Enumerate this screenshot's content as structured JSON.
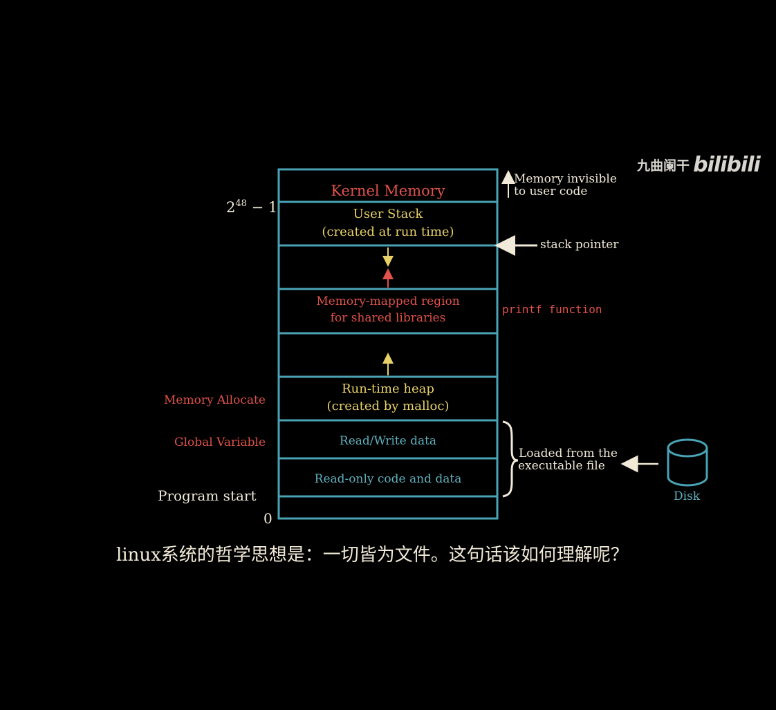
{
  "colors": {
    "box_stroke": "#4aa3b5",
    "yellow": "#e8d268",
    "red": "#e0524a",
    "blue": "#5fb0bd",
    "cream": "#f2ead8",
    "background": "#000000"
  },
  "segments": {
    "kernel": {
      "label": "Kernel Memory"
    },
    "user_stack": {
      "line1": "User Stack",
      "line2": "(created at run time)"
    },
    "mmap": {
      "line1": "Memory-mapped region",
      "line2": "for shared libraries"
    },
    "heap": {
      "line1": "Run-time heap",
      "line2": "(created by malloc)"
    },
    "rw_data": {
      "label": "Read/Write data"
    },
    "ro_code": {
      "label": "Read-only code and data"
    }
  },
  "left_labels": {
    "top_address_base": "2",
    "top_address_exp": "48",
    "top_address_rest": " − 1",
    "memory_allocate": "Memory Allocate",
    "global_variable": "Global Variable",
    "program_start": "Program start",
    "zero": "0"
  },
  "right_labels": {
    "invisible_line1": "Memory invisible",
    "invisible_line2": "to user code",
    "stack_pointer": "stack pointer",
    "printf": "printf function",
    "loaded_line1": "Loaded from the",
    "loaded_line2": "executable file",
    "disk": "Disk"
  },
  "watermark": {
    "author": "九曲阑干",
    "brand": "bilibili"
  },
  "caption": "linux系统的哲学思想是：一切皆为文件。这句话该如何理解呢？",
  "icons": {
    "disk": "cylinder-icon",
    "arrows": [
      "arrow-up-icon",
      "arrow-left-icon",
      "arrow-down-icon",
      "curly-brace-icon"
    ]
  }
}
